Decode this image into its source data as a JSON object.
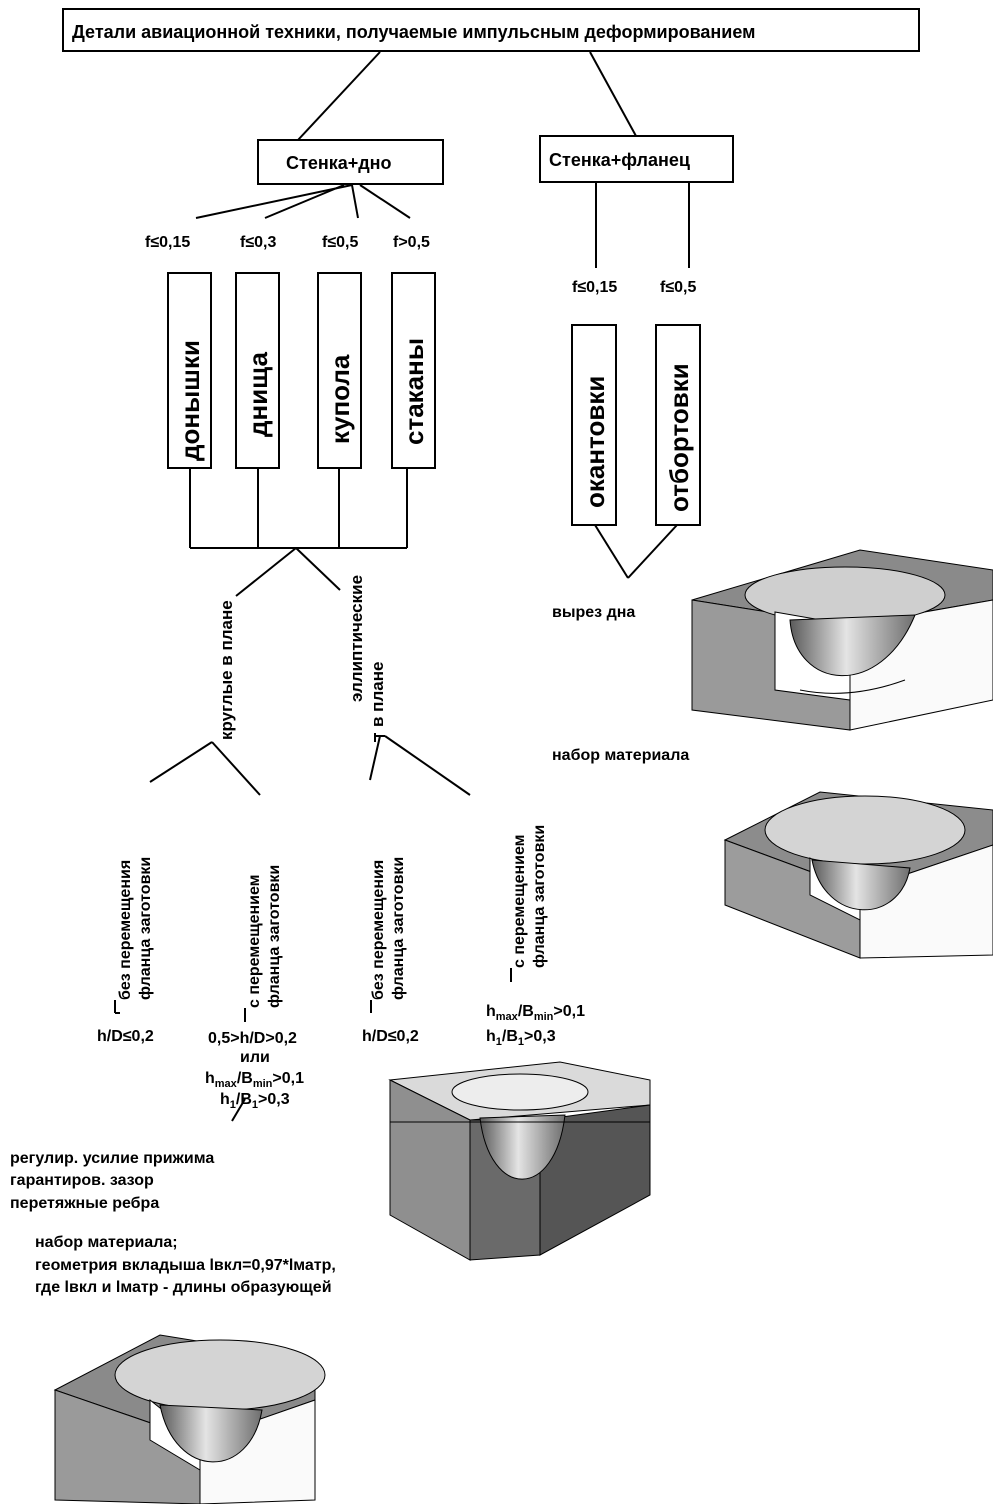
{
  "title": "Детали авиационной техники, получаемые импульсным деформированием",
  "branches": {
    "left": "Стенка+дно",
    "right": "Стенка+фланец"
  },
  "left_ratios": [
    "f≤0,15",
    "f≤0,3",
    "f≤0,5",
    "f>0,5"
  ],
  "left_parts": [
    "донышки",
    "днища",
    "купола",
    "стаканы"
  ],
  "right_ratios": [
    "f≤0,15",
    "f≤0,5"
  ],
  "right_parts": [
    "окантовки",
    "отбортовки"
  ],
  "right_methods": [
    "вырез дна",
    "набор материала"
  ],
  "shapes": {
    "round": "круглые в плане",
    "elliptic_line1": "эллиптические",
    "elliptic_line2": "в плане"
  },
  "conditions": {
    "no_move_line1": "без перемещения",
    "with_move_line1": "с перемещением",
    "flange_line2": "фланца заготовки"
  },
  "criteria": {
    "round_no_move": "h/D≤0,2",
    "round_move_1": "0,5>h/D>0,2",
    "round_move_or": "или",
    "ell_no_move": "h/D≤0,2",
    "h": "h",
    "max": "max",
    "B": "/B",
    "min": "min",
    "gt01": ">0,1",
    "h1": "h",
    "sub1": "1",
    "B1": "/B",
    "gt03": ">0,3"
  },
  "notes": {
    "clamp": [
      "регулир. усилие прижима",
      "гарантиров. зазор",
      "перетяжные ребра"
    ],
    "material": [
      "набор материала;",
      "геометрия вкладыша lвкл=0,97*lматр,",
      "где lвкл и lматр - длины образующей"
    ]
  }
}
